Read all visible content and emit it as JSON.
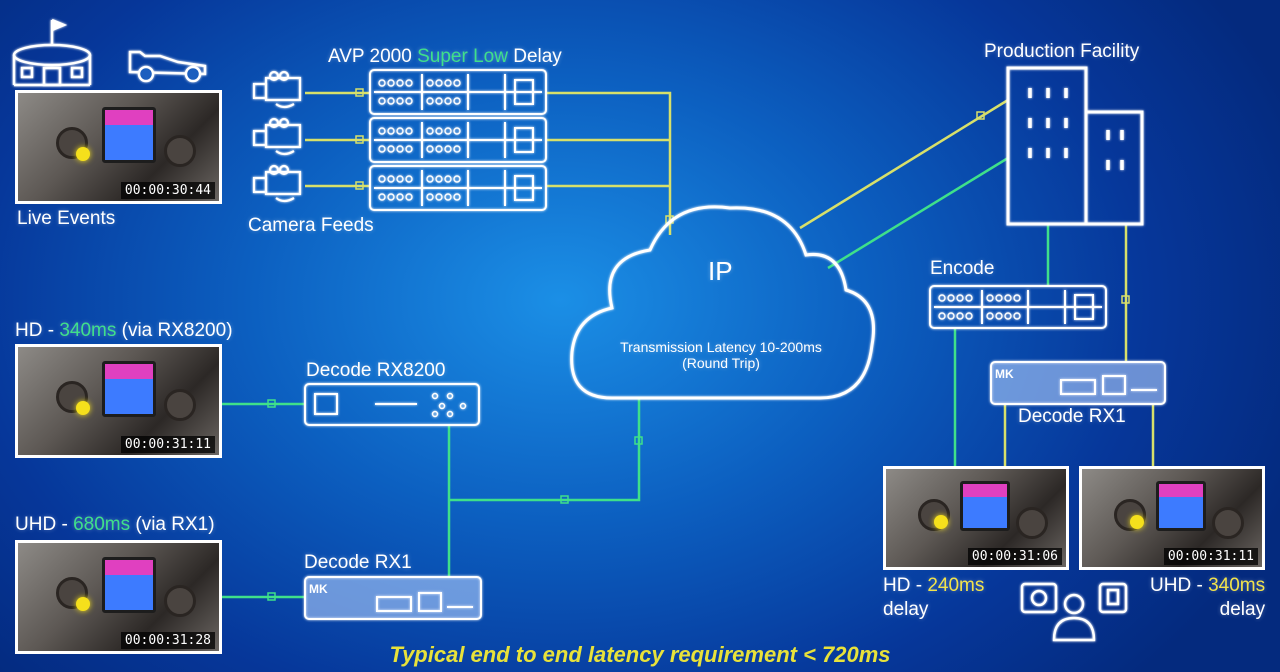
{
  "title": {
    "prefix": "AVP 2000 ",
    "highlight": "Super Low",
    "suffix": " Delay"
  },
  "labels": {
    "live_events": "Live Events",
    "camera_feeds": "Camera Feeds",
    "production_facility": "Production Facility",
    "encode": "Encode",
    "decode_rx8200": "Decode RX8200",
    "decode_rx1_left": "Decode RX1",
    "decode_rx1_right": "Decode RX1",
    "ip": "IP",
    "transmission_line1": "Transmission Latency 10-200ms",
    "transmission_line2": "(Round Trip)",
    "device_badge": "MK"
  },
  "hd_left": {
    "prefix": "HD - ",
    "value": "340ms",
    "suffix": " (via RX8200)"
  },
  "uhd_left": {
    "prefix": "UHD - ",
    "value": "680ms",
    "suffix": " (via RX1)"
  },
  "hd_right": {
    "prefix": "HD - ",
    "value": "240ms",
    "suffix": "delay"
  },
  "uhd_right": {
    "prefix": "UHD - ",
    "value": "340ms",
    "suffix": "delay"
  },
  "timecodes": {
    "live": "00:00:30:44",
    "hd_left": "00:00:31:11",
    "uhd_left": "00:00:31:28",
    "hd_right": "00:00:31:06",
    "uhd_right": "00:00:31:11"
  },
  "footer": "Typical end to end latency requirement < 720ms",
  "colors": {
    "line_green": "#3fe08a",
    "line_yellow": "#d7e06a",
    "outline": "#ffffff"
  },
  "icons": [
    "stadium-icon",
    "race-car-icon",
    "camera-icon",
    "building-icon",
    "viewer-icon"
  ]
}
